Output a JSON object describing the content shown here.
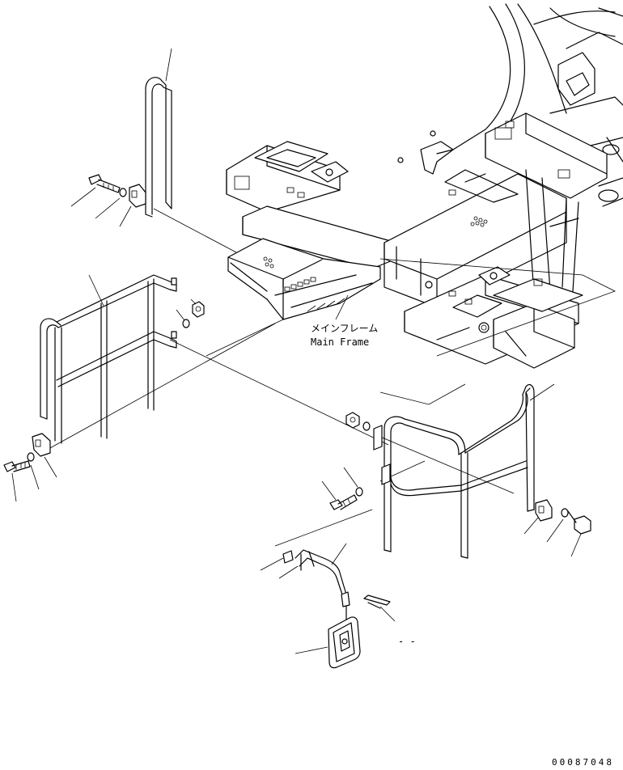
{
  "frame_label_jp": "メインフレーム",
  "frame_label_en": "Main Frame",
  "dash_note": "- -",
  "drawing_number": "00087048",
  "colors": {
    "line": "#000000",
    "background": "#ffffff"
  },
  "icons": [
    "handrail",
    "bolt",
    "washer",
    "nut",
    "bracket",
    "mirror",
    "pin"
  ]
}
